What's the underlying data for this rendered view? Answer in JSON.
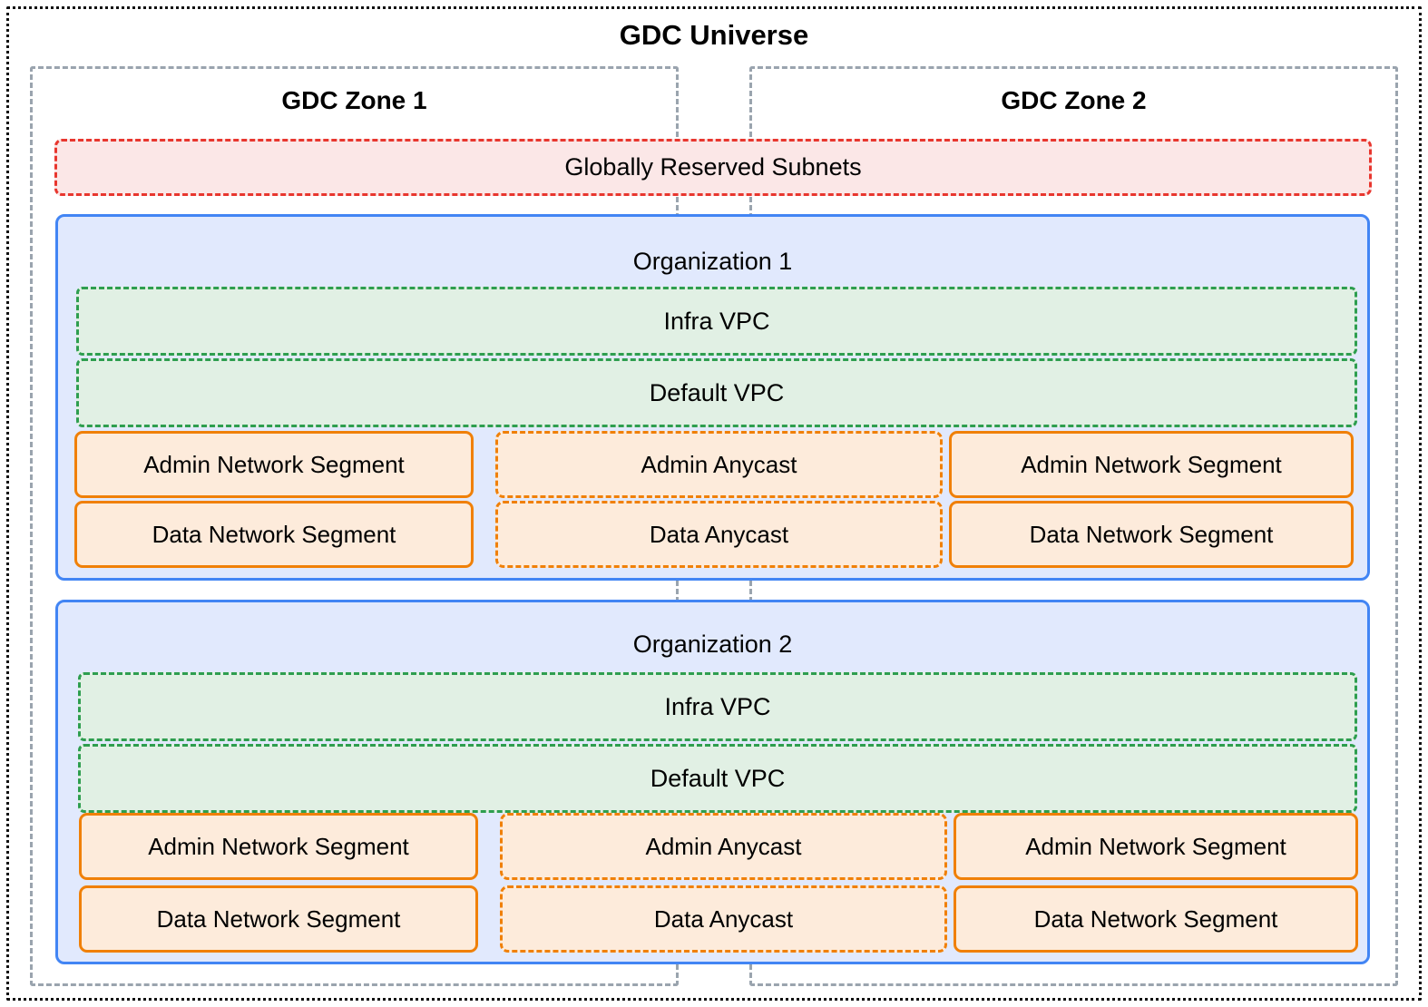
{
  "diagram": {
    "title": "GDC Universe",
    "zones": [
      {
        "title": "GDC Zone 1"
      },
      {
        "title": "GDC Zone 2"
      }
    ],
    "reserved_subnets": {
      "label": "Globally Reserved Subnets"
    },
    "organizations": [
      {
        "title": "Organization 1",
        "vpcs": [
          {
            "label": "Infra VPC"
          },
          {
            "label": "Default VPC"
          }
        ],
        "zone1_segments": [
          {
            "label": "Admin Network Segment"
          },
          {
            "label": "Data Network Segment"
          }
        ],
        "anycast": [
          {
            "label": "Admin Anycast"
          },
          {
            "label": "Data Anycast"
          }
        ],
        "zone2_segments": [
          {
            "label": "Admin Network Segment"
          },
          {
            "label": "Data Network Segment"
          }
        ]
      },
      {
        "title": "Organization 2",
        "vpcs": [
          {
            "label": "Infra VPC"
          },
          {
            "label": "Default VPC"
          }
        ],
        "zone1_segments": [
          {
            "label": "Admin Network Segment"
          },
          {
            "label": "Data Network Segment"
          }
        ],
        "anycast": [
          {
            "label": "Admin Anycast"
          },
          {
            "label": "Data Anycast"
          }
        ],
        "zone2_segments": [
          {
            "label": "Admin Network Segment"
          },
          {
            "label": "Data Network Segment"
          }
        ]
      }
    ]
  },
  "colors": {
    "universe_border": "#111111",
    "zone_border": "#9aa4ae",
    "reserved_border": "#e8362e",
    "reserved_fill": "#fbe7e7",
    "org_border": "#4285f4",
    "org_fill": "#e1e9fd",
    "vpc_border": "#2e9e4f",
    "vpc_fill": "#e1f0e4",
    "segment_border": "#f08008",
    "segment_fill": "#fdebdb",
    "text": "#000000"
  }
}
